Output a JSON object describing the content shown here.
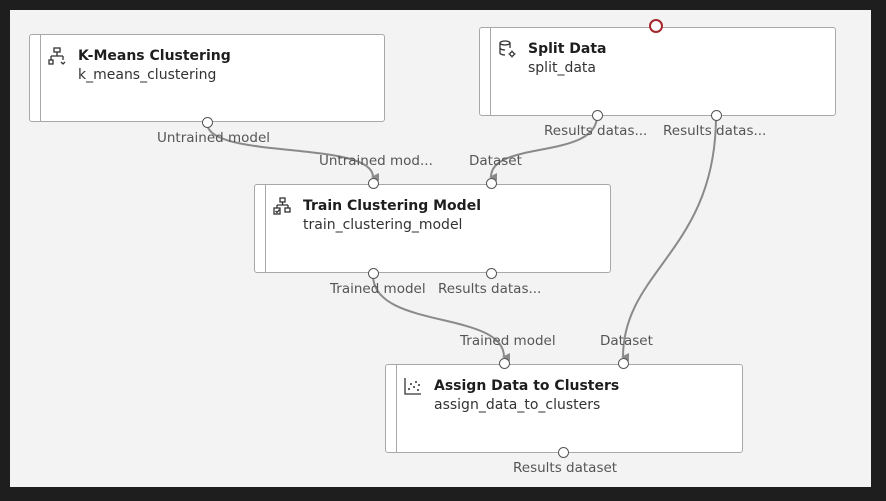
{
  "nodes": {
    "kmeans": {
      "title": "K-Means Clustering",
      "name": "k_means_clustering",
      "icon": "hierarchy-icon",
      "outputs": [
        "Untrained model"
      ]
    },
    "split": {
      "title": "Split Data",
      "name": "split_data",
      "icon": "database-gear-icon",
      "outputs": [
        "Results datas...",
        "Results datas..."
      ]
    },
    "train": {
      "title": "Train Clustering Model",
      "name": "train_clustering_model",
      "icon": "train-model-icon",
      "inputs": [
        "Untrained mod...",
        "Dataset"
      ],
      "outputs": [
        "Trained model",
        "Results datas..."
      ]
    },
    "assign": {
      "title": "Assign Data to Clusters",
      "name": "assign_data_to_clusters",
      "icon": "scatter-icon",
      "inputs": [
        "Trained model",
        "Dataset"
      ],
      "outputs": [
        "Results dataset"
      ]
    }
  },
  "colors": {
    "wire": "#8a8a8a",
    "run_indicator": "#a4262c",
    "canvas": "#f3f3f3",
    "frame": "#1e1e1e"
  }
}
